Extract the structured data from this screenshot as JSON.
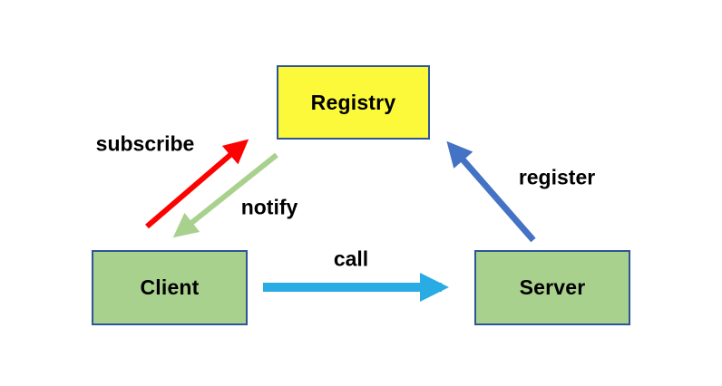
{
  "diagram": {
    "background": "#FFFFFF",
    "node_border_color": "#2E5597",
    "text_color": "#000000",
    "nodes": [
      {
        "id": "registry",
        "label": "Registry",
        "fill": "#FBF93A",
        "border": "#2E5597"
      },
      {
        "id": "client",
        "label": "Client",
        "fill": "#A9D18E",
        "border": "#2E5597"
      },
      {
        "id": "server",
        "label": "Server",
        "fill": "#A9D18E",
        "border": "#2E5597"
      }
    ],
    "edges": [
      {
        "id": "subscribe",
        "label": "subscribe",
        "from": "client",
        "to": "registry",
        "color": "#FE0000"
      },
      {
        "id": "notify",
        "label": "notify",
        "from": "registry",
        "to": "client",
        "color": "#A9D18E"
      },
      {
        "id": "call",
        "label": "call",
        "from": "client",
        "to": "server",
        "color": "#29ABE3"
      },
      {
        "id": "register",
        "label": "register",
        "from": "server",
        "to": "registry",
        "color": "#4472C4"
      }
    ]
  }
}
